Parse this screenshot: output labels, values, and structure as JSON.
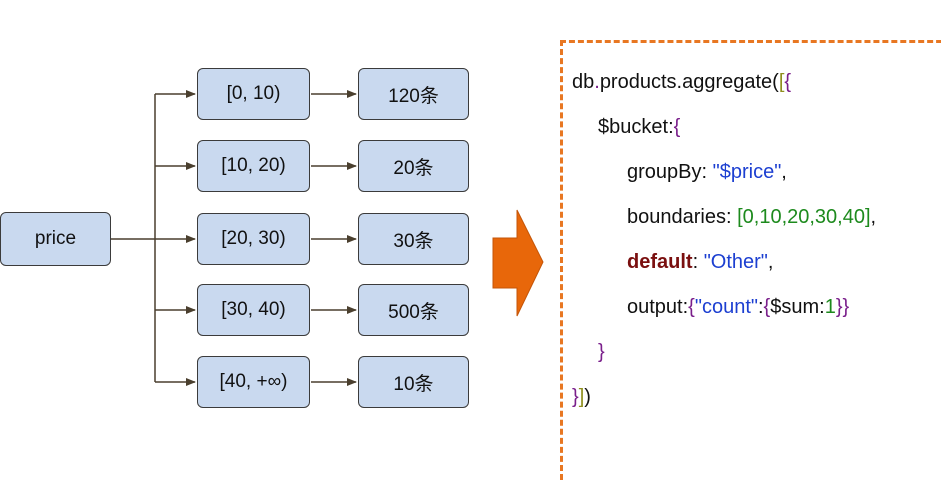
{
  "source_node": {
    "label": "price"
  },
  "buckets": [
    {
      "range": "[0, 10)",
      "count": "120条"
    },
    {
      "range": "[10, 20)",
      "count": "20条"
    },
    {
      "range": "[20, 30)",
      "count": "30条"
    },
    {
      "range": "[30, 40)",
      "count": "500条"
    },
    {
      "range": "[40, +∞)",
      "count": "10条"
    }
  ],
  "colors": {
    "node_fill": "#c9d9ef",
    "arrow_fill": "#e8670a",
    "dashed_border": "#e87722",
    "keyword": "#7a1f8b",
    "number": "#1d8a1d",
    "string": "#1c3fd1",
    "bracket": "#8f8f1e",
    "default_keyword": "#7a0f0f"
  },
  "code": {
    "db_prefix": "db",
    "dot": ".",
    "collection": "products",
    "method": ".aggregate(",
    "open_bracket": "[",
    "open_brace": "{",
    "bucket_key": "$bucket",
    "colon": ":",
    "groupby_key": "groupBy",
    "groupby_value": "\"$price\"",
    "comma": ",",
    "boundaries_key": "boundaries",
    "boundaries_value": "[0,10,20,30,40]",
    "default_key": "default",
    "default_value": "\"Other\"",
    "output_key": "output",
    "count_key": "\"count\"",
    "sum_key": "$sum",
    "sum_value": "1",
    "close_inner": "}}",
    "close_brace": "}",
    "close_all_brace": "}",
    "close_all_bracket": "]",
    "close_paren": ")"
  }
}
